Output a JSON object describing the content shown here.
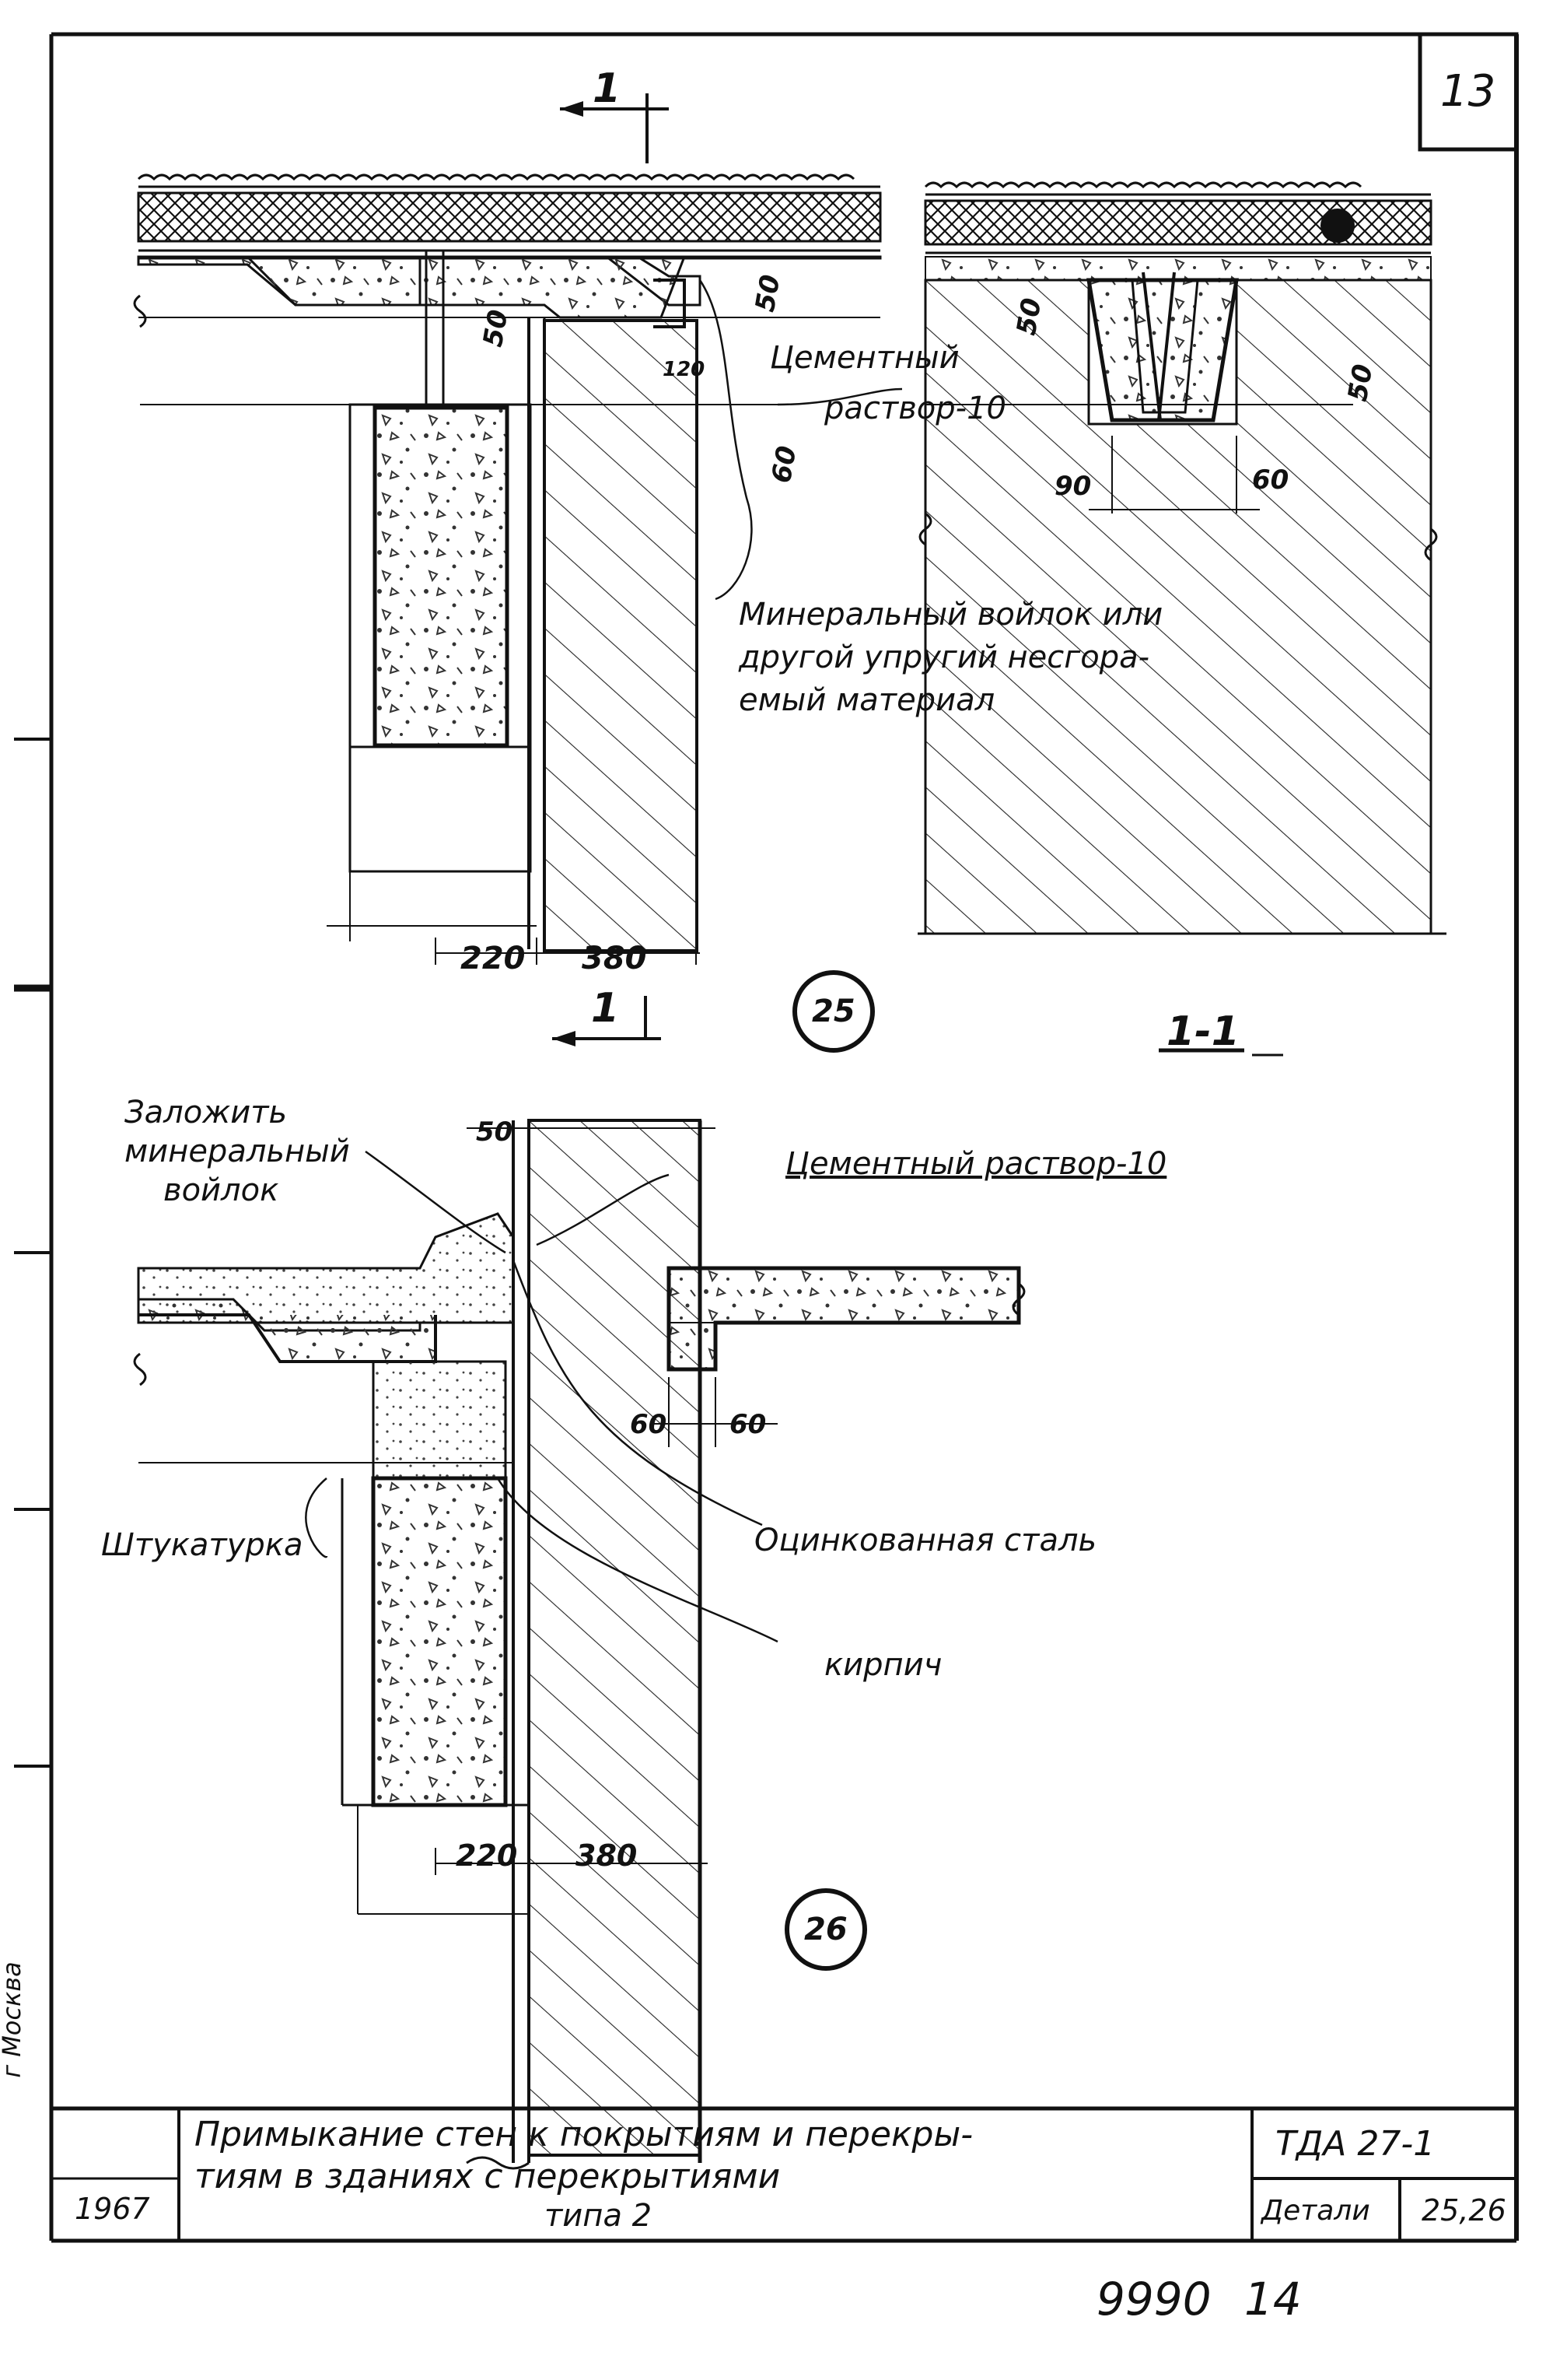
{
  "sheet_number": "13",
  "section_mark": "1",
  "section_label": "1-1",
  "detail_25": {
    "number": "25",
    "labels": {
      "cement_mortar": "Цементный",
      "cement_mortar_2": "раствор-10",
      "mineral_felt": "Минеральный войлок или",
      "mineral_felt_2": "другой упругий несгора-",
      "mineral_felt_3": "емый материал"
    },
    "dims": {
      "d50a": "50",
      "d50b": "50",
      "d50c": "50",
      "d50d": "50",
      "d120": "120",
      "d60a": "60",
      "d90": "90",
      "d60b": "60",
      "d220": "220",
      "d380": "380"
    }
  },
  "detail_26": {
    "number": "26",
    "labels": {
      "lay_felt": "Заложить",
      "lay_felt_2": "минеральный",
      "lay_felt_3": "войлок",
      "cement_mortar": "Цементный раствор-10",
      "plaster": "Штукатурка",
      "galv_steel": "Оцинкованная сталь",
      "brick": "кирпич"
    },
    "dims": {
      "d50": "50",
      "d60a": "60",
      "d60b": "60",
      "d220": "220",
      "d380": "380"
    }
  },
  "side_stamp": {
    "city": "г Москва"
  },
  "title_block": {
    "title_line1": "Примыкание стен к покрытиям и перекры-",
    "title_line2": "тиям в зданиях с перекрытиями",
    "title_line3": "типа 2",
    "year": "1967",
    "series": "ТДА 27-1",
    "doc_type": "Детали",
    "sheet": "25,26"
  },
  "footer": {
    "code": "9990",
    "page": "14"
  }
}
